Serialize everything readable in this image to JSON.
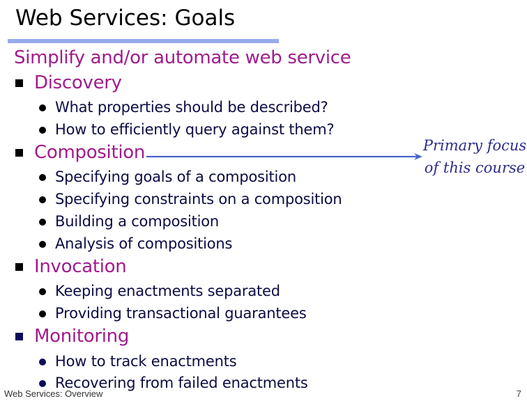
{
  "slide": {
    "title": "Web Services: Goals",
    "heading": "Simplify and/or automate web service",
    "sections": [
      {
        "label": "Discovery",
        "items": [
          "What properties should be described?",
          "How to efficiently query against them?"
        ]
      },
      {
        "label": "Composition",
        "items": [
          "Specifying goals of a composition",
          "Specifying constraints on a composition",
          "Building a composition",
          "Analysis of compositions"
        ]
      },
      {
        "label": "Invocation",
        "items": [
          "Keeping enactments separated",
          "Providing transactional guarantees"
        ]
      },
      {
        "label": "Monitoring",
        "items": [
          "How to track enactments",
          "Recovering from failed enactments"
        ]
      }
    ],
    "callout": {
      "line1": "Primary focus",
      "line2": "of this course",
      "arrow_color": "#4466cc"
    },
    "footer": {
      "left": "Web Services: Overview",
      "page_number": "7"
    },
    "colors": {
      "heading": "#a01c8c",
      "body_text": "#0c0c44",
      "title_rule": "#96acec",
      "callout_text": "#2c2c8c"
    }
  }
}
